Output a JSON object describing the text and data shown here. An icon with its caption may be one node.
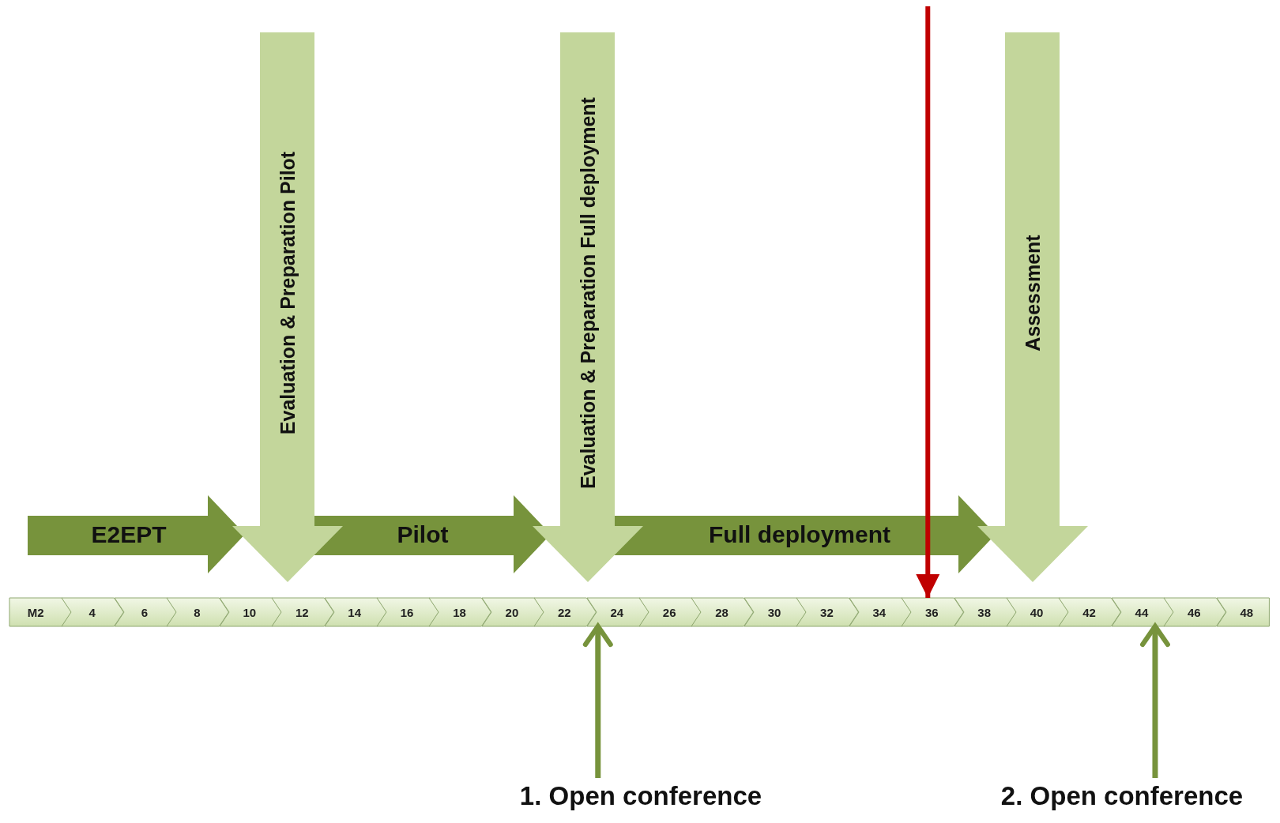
{
  "diagram": {
    "nodes": [
      {
        "text": [
          "E2EPT"
        ]
      },
      {
        "text": [
          "Evaluation & Preparation Pilot"
        ]
      },
      {
        "text": [
          "Pilot"
        ]
      },
      {
        "text": [
          "Evaluation & Preparation Full deployment"
        ]
      },
      {
        "text": [
          "Full deployment"
        ]
      },
      {
        "text": [
          "Assessment"
        ]
      },
      {
        "text": [
          "M2"
        ]
      },
      {
        "text": [
          "4"
        ]
      },
      {
        "text": [
          "6"
        ]
      },
      {
        "text": [
          "8"
        ]
      },
      {
        "text": [
          "10"
        ]
      },
      {
        "text": [
          "12"
        ]
      },
      {
        "text": [
          "14"
        ]
      },
      {
        "text": [
          "16"
        ]
      },
      {
        "text": [
          "18"
        ]
      },
      {
        "text": [
          "20"
        ]
      },
      {
        "text": [
          "22"
        ]
      },
      {
        "text": [
          "24"
        ]
      },
      {
        "text": [
          "26"
        ]
      },
      {
        "text": [
          "28"
        ]
      },
      {
        "text": [
          "30"
        ]
      },
      {
        "text": [
          "32"
        ]
      },
      {
        "text": [
          "34"
        ]
      },
      {
        "text": [
          "36"
        ]
      },
      {
        "text": [
          "38"
        ]
      },
      {
        "text": [
          "40"
        ]
      },
      {
        "text": [
          "42"
        ]
      },
      {
        "text": [
          "44"
        ]
      },
      {
        "text": [
          "46"
        ]
      },
      {
        "text": [
          "48"
        ]
      },
      {
        "text": [
          "1. Open conference"
        ]
      },
      {
        "text": [
          "2. Open conference"
        ]
      }
    ],
    "edges": [
      {
        "from": null,
        "to": 23,
        "arrow": "to",
        "color": "#c00000"
      },
      {
        "from": 30,
        "to": 17,
        "arrow": "to"
      },
      {
        "from": 31,
        "to": 27,
        "arrow": "to"
      }
    ]
  }
}
